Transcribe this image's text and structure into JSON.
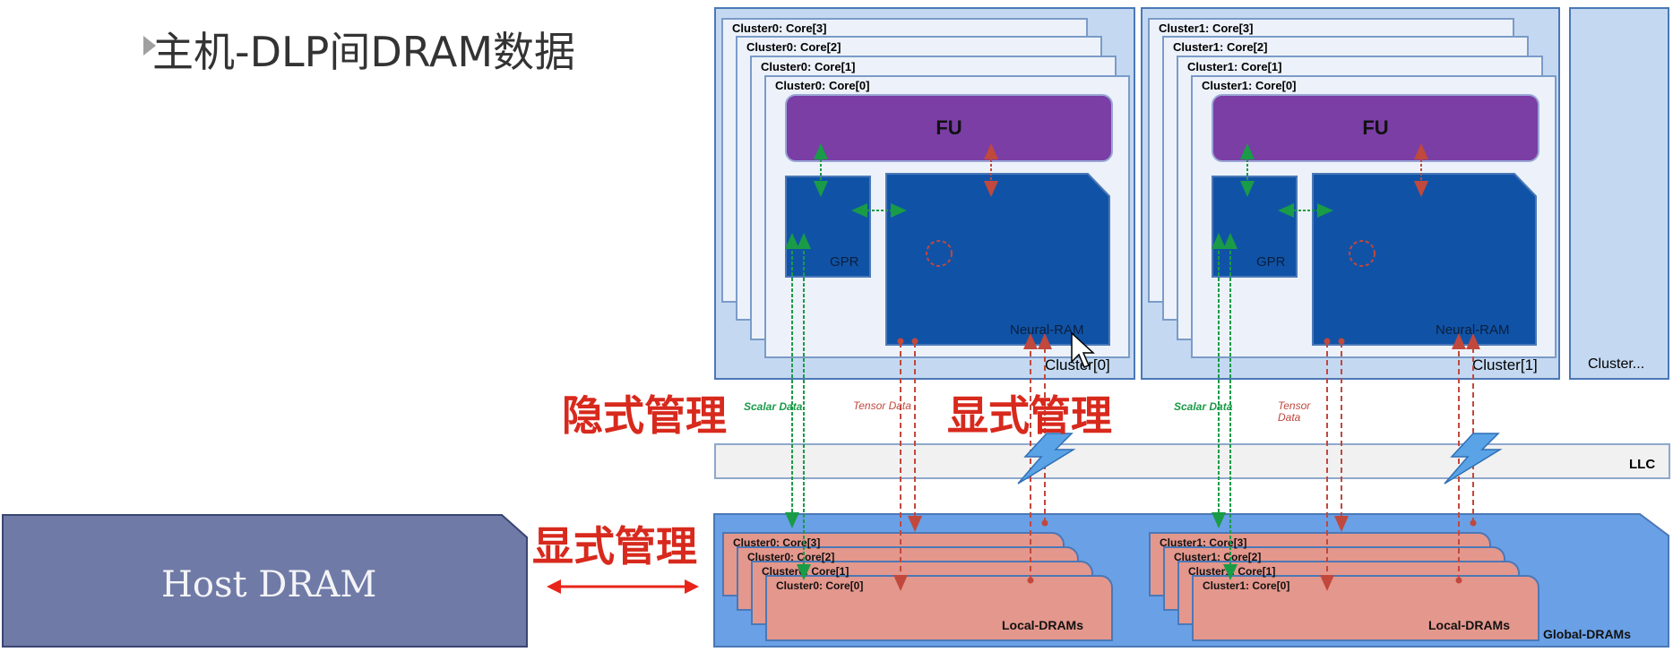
{
  "title": "主机-DLP间DRAM数据",
  "annotations": {
    "implicit": "隐式管理",
    "explicit_top": "显式管理",
    "explicit_host": "显式管理"
  },
  "clusters": [
    {
      "name": "Cluster[0]",
      "cores": [
        "Cluster0: Core[3]",
        "Cluster0: Core[2]",
        "Cluster0: Core[1]",
        "Cluster0: Core[0]"
      ],
      "fu": "FU",
      "gpr": "GPR",
      "nram": "Neural-RAM",
      "scalar": "Scalar Data",
      "tensor": "Tensor Data",
      "local_cores": [
        "Cluster0: Core[3]",
        "Cluster0: Core[2]",
        "Cluster0: Core[1]",
        "Cluster0: Core[0]"
      ],
      "local_label": "Local-DRAMs"
    },
    {
      "name": "Cluster[1]",
      "cores": [
        "Cluster1: Core[3]",
        "Cluster1: Core[2]",
        "Cluster1: Core[1]",
        "Cluster1: Core[0]"
      ],
      "fu": "FU",
      "gpr": "GPR",
      "nram": "Neural-RAM",
      "scalar": "Scalar Data",
      "tensor": "Tensor\nData",
      "local_cores": [
        "Cluster1: Core[3]",
        "Cluster1: Core[2]",
        "Cluster1: Core[1]",
        "Cluster1: Core[0]"
      ],
      "local_label": "Local-DRAMs"
    }
  ],
  "cluster_more": "Cluster...",
  "llc": "LLC",
  "global_dram": "Global-DRAMs",
  "host_dram": "Host DRAM",
  "colors": {
    "panel_fill": "#c4d9f1",
    "panel_border": "#4b78b7",
    "fu": "#7a3ea5",
    "nram": "#1053a6",
    "local_dram": "#e4978c",
    "global_dram": "#6aa0e6",
    "host_dram": "#6f7aa6",
    "annotation_red": "#d8291d",
    "scalar_arrow": "#1a9b47",
    "tensor_arrow": "#c1483d",
    "lightning": "#5aa3e6"
  }
}
